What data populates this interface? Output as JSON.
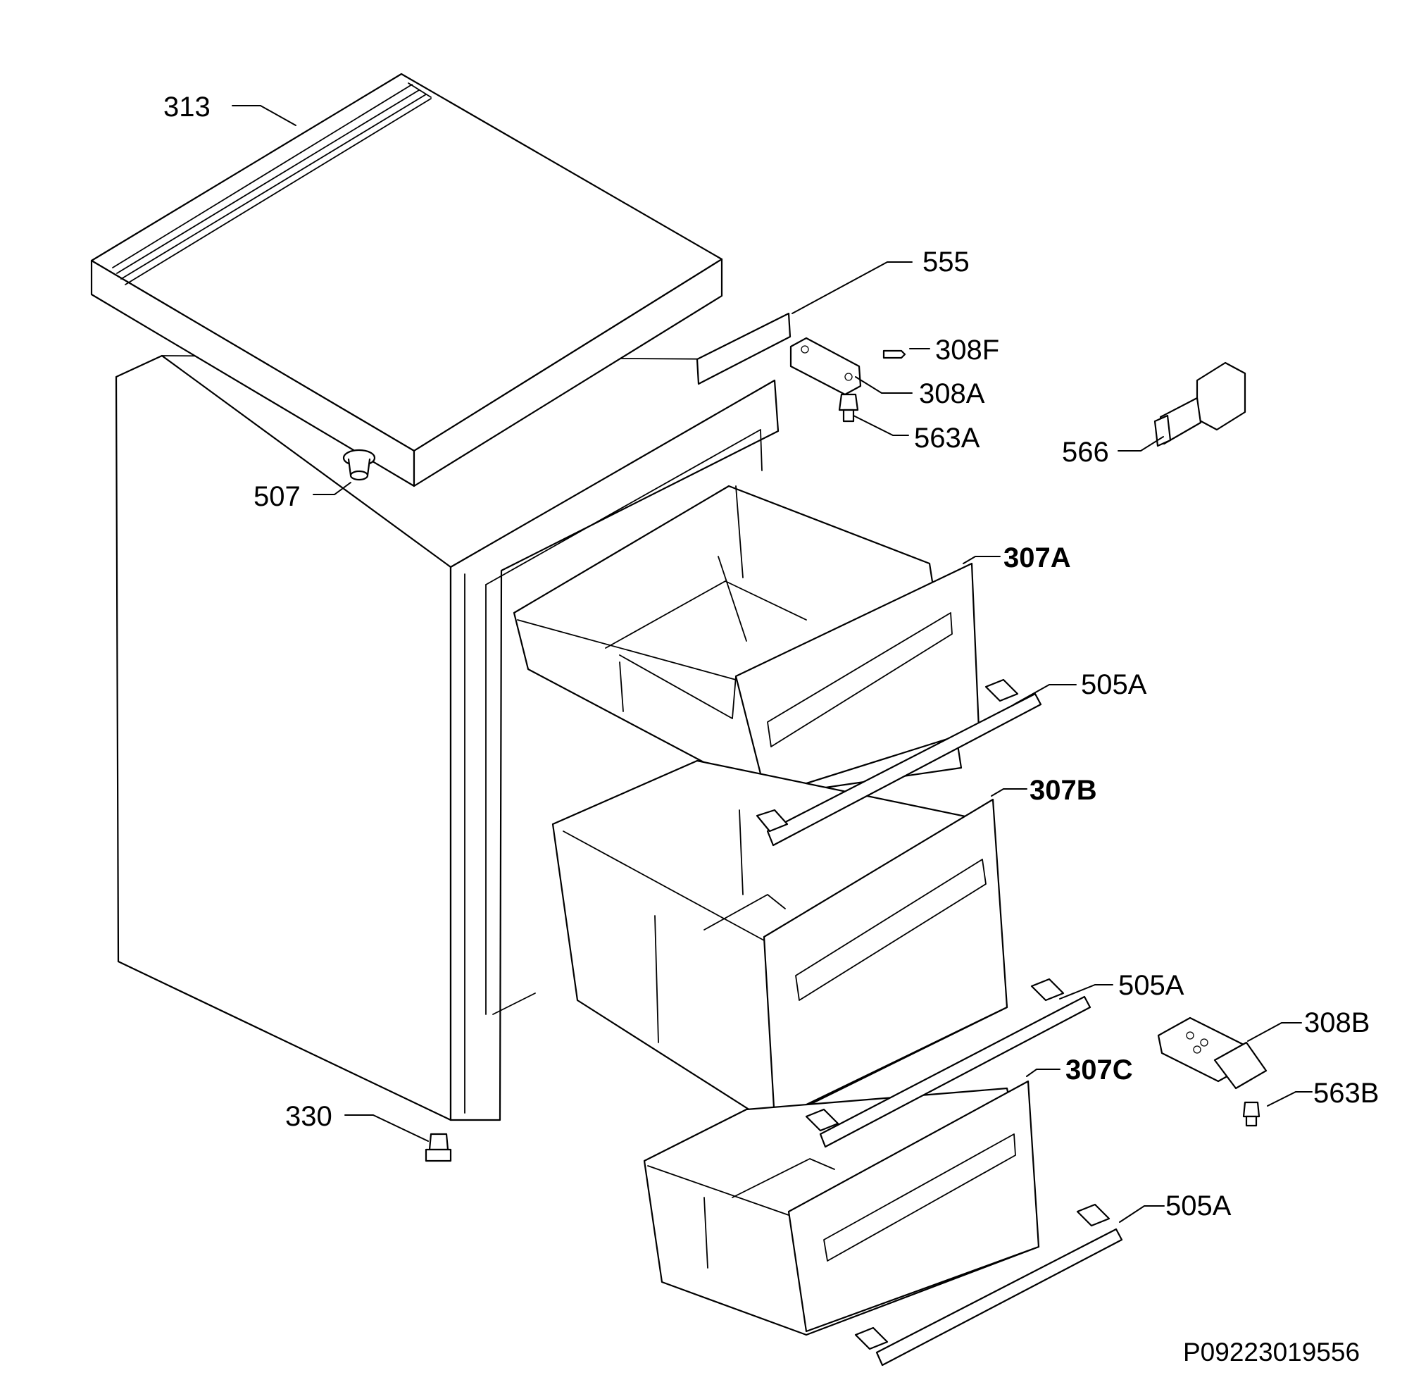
{
  "diagram": {
    "document_code": "P09223019556",
    "labels": {
      "p313": "313",
      "p555": "555",
      "p308f": "308F",
      "p308a": "308A",
      "p563a": "563A",
      "p566": "566",
      "p507": "507",
      "p307a": "307A",
      "p505a_1": "505A",
      "p307b": "307B",
      "p505a_2": "505A",
      "p308b": "308B",
      "p307c": "307C",
      "p563b": "563B",
      "p330": "330",
      "p505a_3": "505A"
    }
  }
}
